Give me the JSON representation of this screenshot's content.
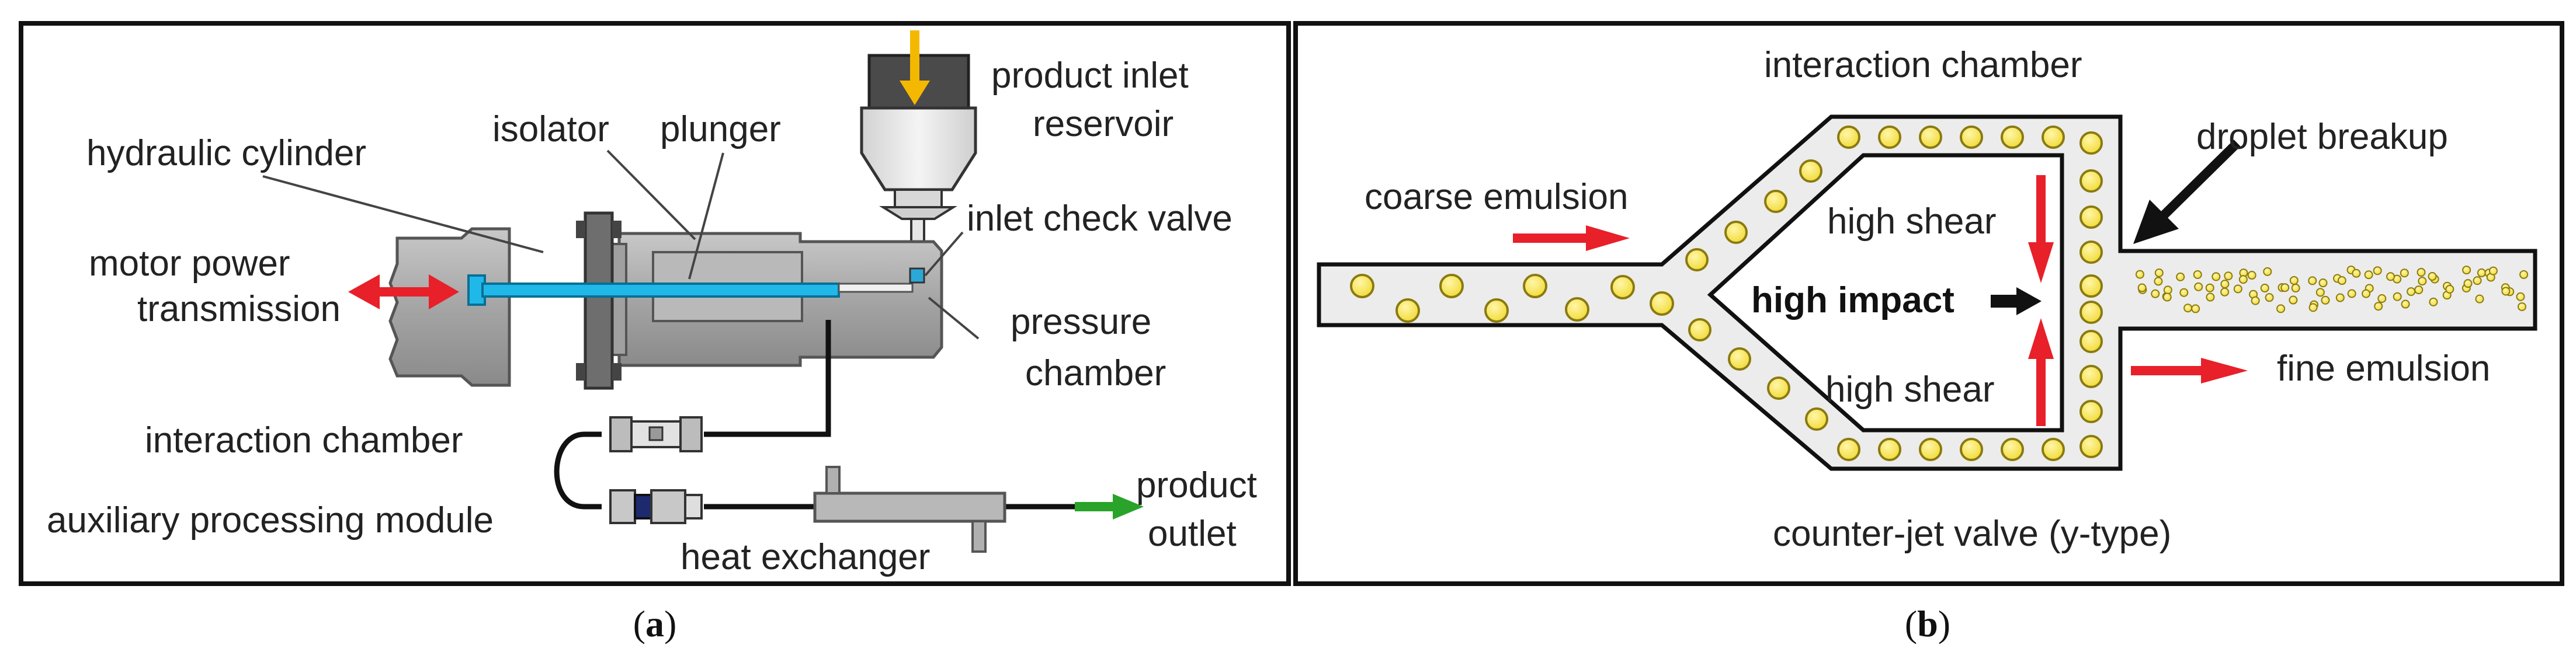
{
  "panel_a": {
    "caption_open": "(",
    "caption_letter": "a",
    "caption_close": ")",
    "labels": {
      "product_inlet_reservoir_l1": "product inlet",
      "product_inlet_reservoir_l2": "reservoir",
      "hydraulic_cylinder": "hydraulic cylinder",
      "isolator": "isolator",
      "plunger": "plunger",
      "inlet_check_valve": "inlet check valve",
      "motor_power_l1": "motor power",
      "motor_power_l2": "transmission",
      "pressure_chamber_l1": "pressure",
      "pressure_chamber_l2": "chamber",
      "interaction_chamber": "interaction chamber",
      "auxiliary_processing_module": "auxiliary processing module",
      "heat_exchanger": "heat exchanger",
      "product_outlet_l1": "product",
      "product_outlet_l2": "outlet"
    }
  },
  "panel_b": {
    "caption_open": "(",
    "caption_letter": "b",
    "caption_close": ")",
    "labels": {
      "interaction_chamber": "interaction chamber",
      "droplet_breakup": "droplet breakup",
      "coarse_emulsion": "coarse emulsion",
      "high_shear_top": "high shear",
      "high_impact": "high impact",
      "high_shear_bottom": "high shear",
      "fine_emulsion": "fine emulsion",
      "counter_jet_valve": "counter-jet valve (y-type)"
    }
  },
  "colors": {
    "red_arrow": "#e8202a",
    "green_arrow": "#29a329",
    "yellow_arrow": "#f5b800",
    "plunger_blue": "#20b8e8",
    "droplet_yellow": "#f2dc3c",
    "body_gray": "#a9a9a9",
    "channel_fill": "#ececec"
  }
}
